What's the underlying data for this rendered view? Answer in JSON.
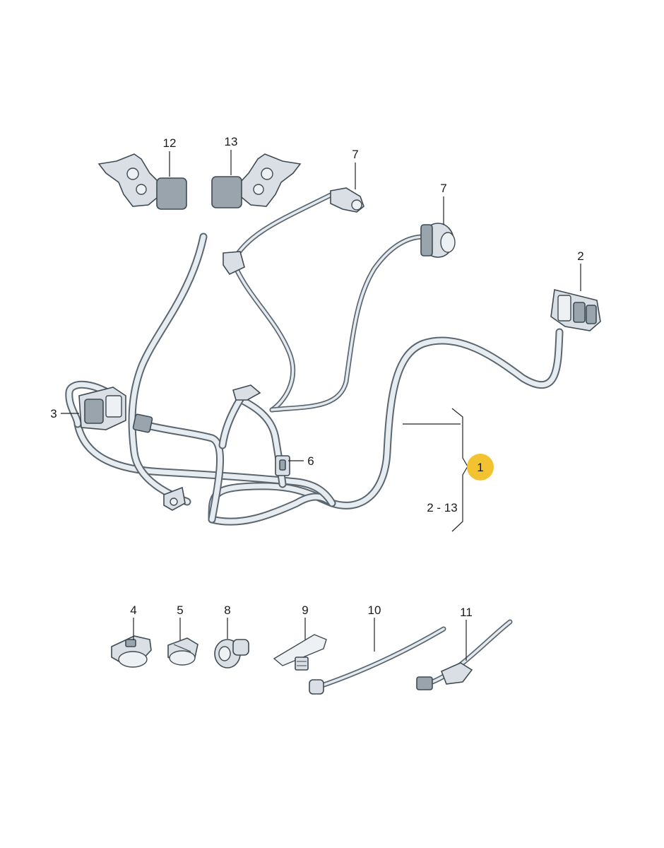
{
  "diagram": {
    "callouts": [
      {
        "id": "c12",
        "label": "12"
      },
      {
        "id": "c13",
        "label": "13"
      },
      {
        "id": "c7a",
        "label": "7"
      },
      {
        "id": "c7b",
        "label": "7"
      },
      {
        "id": "c2",
        "label": "2"
      },
      {
        "id": "c3",
        "label": "3"
      },
      {
        "id": "c6",
        "label": "6"
      },
      {
        "id": "c1",
        "label": "1"
      },
      {
        "id": "c2to13",
        "label": "2 - 13"
      },
      {
        "id": "c4",
        "label": "4"
      },
      {
        "id": "c5",
        "label": "5"
      },
      {
        "id": "c8",
        "label": "8"
      },
      {
        "id": "c9",
        "label": "9"
      },
      {
        "id": "c10",
        "label": "10"
      },
      {
        "id": "c11",
        "label": "11"
      }
    ],
    "colors": {
      "background": "#ffffff",
      "harness_outline": "#5a6670",
      "harness_fill": "#e7ecf0",
      "highlight_badge": "#f2c230",
      "text": "#1a1a1a"
    }
  }
}
